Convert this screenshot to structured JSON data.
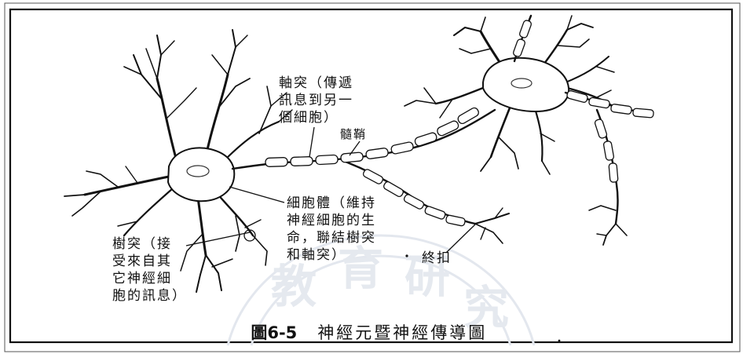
{
  "labels": {
    "axon": "軸突（傳遞\n訊息到另一\n個細胞）",
    "myelin": "髓鞘",
    "cell_body": "細胞體（維持\n神經細胞的生\n命，聯結樹突\n和軸突）",
    "dendrite": "樹突（接\n受來自其\n它神經細\n胞的訊息）",
    "terminal": "終扣"
  },
  "caption": {
    "figure_number": "圖6-5",
    "title": "神經元暨神經傳導圖"
  },
  "watermark": {
    "chars": [
      "教",
      "育",
      "研",
      "究"
    ]
  }
}
